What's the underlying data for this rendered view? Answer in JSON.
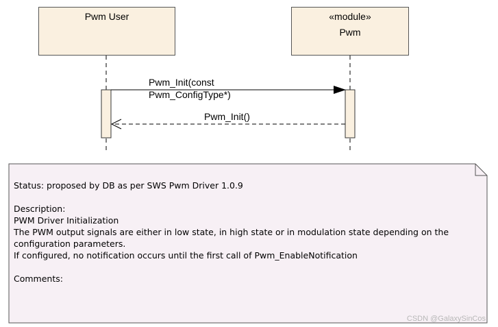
{
  "participants": [
    {
      "stereotype": "",
      "name": "Pwm User"
    },
    {
      "stereotype": "«module»",
      "name": "Pwm"
    }
  ],
  "messages": [
    {
      "lines": [
        "Pwm_Init(const",
        "Pwm_ConfigType*)"
      ],
      "kind": "call",
      "from": "Pwm User",
      "to": "Pwm"
    },
    {
      "lines": [
        "Pwm_Init()"
      ],
      "kind": "return",
      "from": "Pwm",
      "to": "Pwm User"
    }
  ],
  "note": {
    "lines": [
      "Status: proposed by DB as per SWS Pwm Driver 1.0.9",
      "",
      "Description:",
      "PWM Driver Initialization",
      "The PWM output signals are either in low state, in high state or in modulation state depending on the",
      "configuration parameters.",
      "If configured, no notification occurs until the first call of Pwm_EnableNotification",
      "",
      "Comments:"
    ]
  },
  "watermark": "CSDN @GalaxySinCos",
  "colors": {
    "participant_fill": "#faf0e0",
    "note_fill": "#f7f0f5",
    "line": "#000000"
  }
}
